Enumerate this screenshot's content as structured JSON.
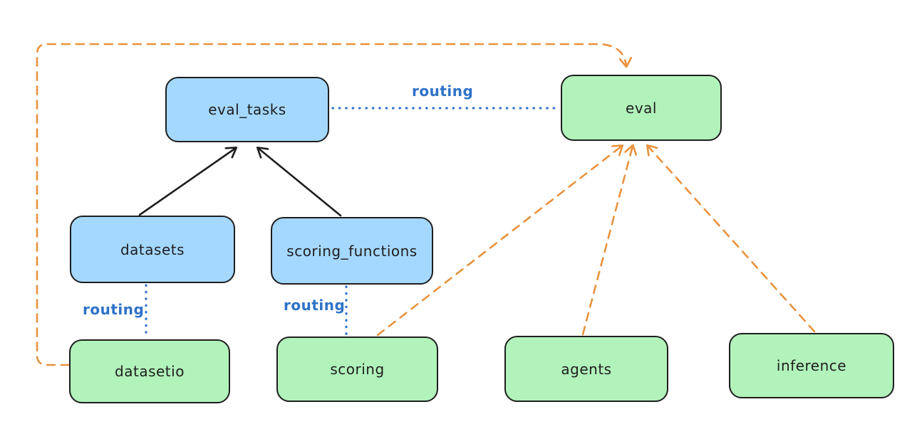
{
  "diagram": {
    "background": "#ffffff",
    "colors": {
      "node_stroke": "#1e1e1e",
      "blue_node_fill": "#a5d8ff",
      "green_node_fill": "#b2f2bb",
      "orange_dashed_edge": "#e8923d",
      "blue_dotted_edge": "#2e72c8",
      "black_edge": "#1e1e1e"
    },
    "nodes": [
      {
        "id": "eval_tasks",
        "label": "eval_tasks",
        "color": "blue"
      },
      {
        "id": "eval",
        "label": "eval",
        "color": "green"
      },
      {
        "id": "datasets",
        "label": "datasets",
        "color": "blue"
      },
      {
        "id": "scoring_functions",
        "label": "scoring_functions",
        "color": "blue"
      },
      {
        "id": "datasetio",
        "label": "datasetio",
        "color": "green"
      },
      {
        "id": "scoring",
        "label": "scoring",
        "color": "green"
      },
      {
        "id": "agents",
        "label": "agents",
        "color": "green"
      },
      {
        "id": "inference",
        "label": "inference",
        "color": "green"
      }
    ],
    "edges": [
      {
        "from": "datasets",
        "to": "eval_tasks",
        "style": "solid-black-arrow"
      },
      {
        "from": "scoring_functions",
        "to": "eval_tasks",
        "style": "solid-black-arrow"
      },
      {
        "from": "datasetio",
        "to": "eval",
        "style": "dashed-orange-arrow",
        "route": "around-left-and-top"
      },
      {
        "from": "scoring",
        "to": "eval",
        "style": "dashed-orange-arrow"
      },
      {
        "from": "agents",
        "to": "eval",
        "style": "dashed-orange-arrow"
      },
      {
        "from": "inference",
        "to": "eval",
        "style": "dashed-orange-arrow"
      },
      {
        "from": "eval_tasks",
        "to": "eval",
        "style": "dotted-blue",
        "label": "routing"
      },
      {
        "from": "datasets",
        "to": "datasetio",
        "style": "dotted-blue",
        "label": "routing"
      },
      {
        "from": "scoring_functions",
        "to": "scoring",
        "style": "dotted-blue",
        "label": "routing"
      }
    ]
  }
}
